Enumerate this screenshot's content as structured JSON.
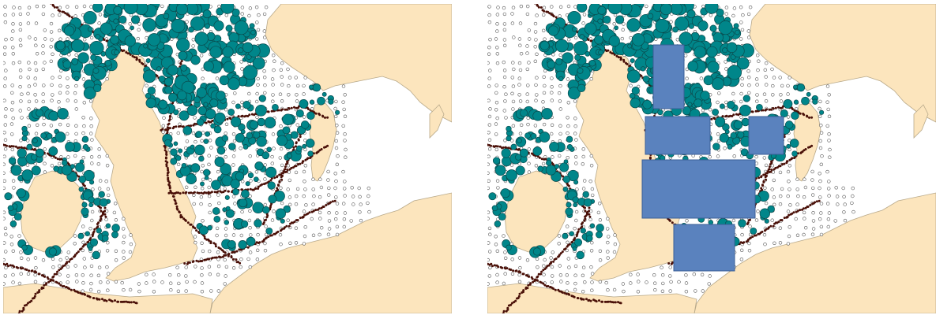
{
  "colors": {
    "sea": "#ffffff",
    "land": "#fce5bd",
    "coast": "#b8a98a",
    "catch_marker": "#00868a",
    "catch_marker_stroke": "#0a4a4c",
    "empty_station": "#ffffff",
    "empty_station_stroke": "#555555",
    "track_point": "#4a1008",
    "box_fill": "#5a82be",
    "box_stroke": "#3a5e96"
  },
  "panels": [
    {
      "id": "left",
      "overlay_boxes": false
    },
    {
      "id": "right",
      "overlay_boxes": true,
      "box_count": 5
    }
  ]
}
